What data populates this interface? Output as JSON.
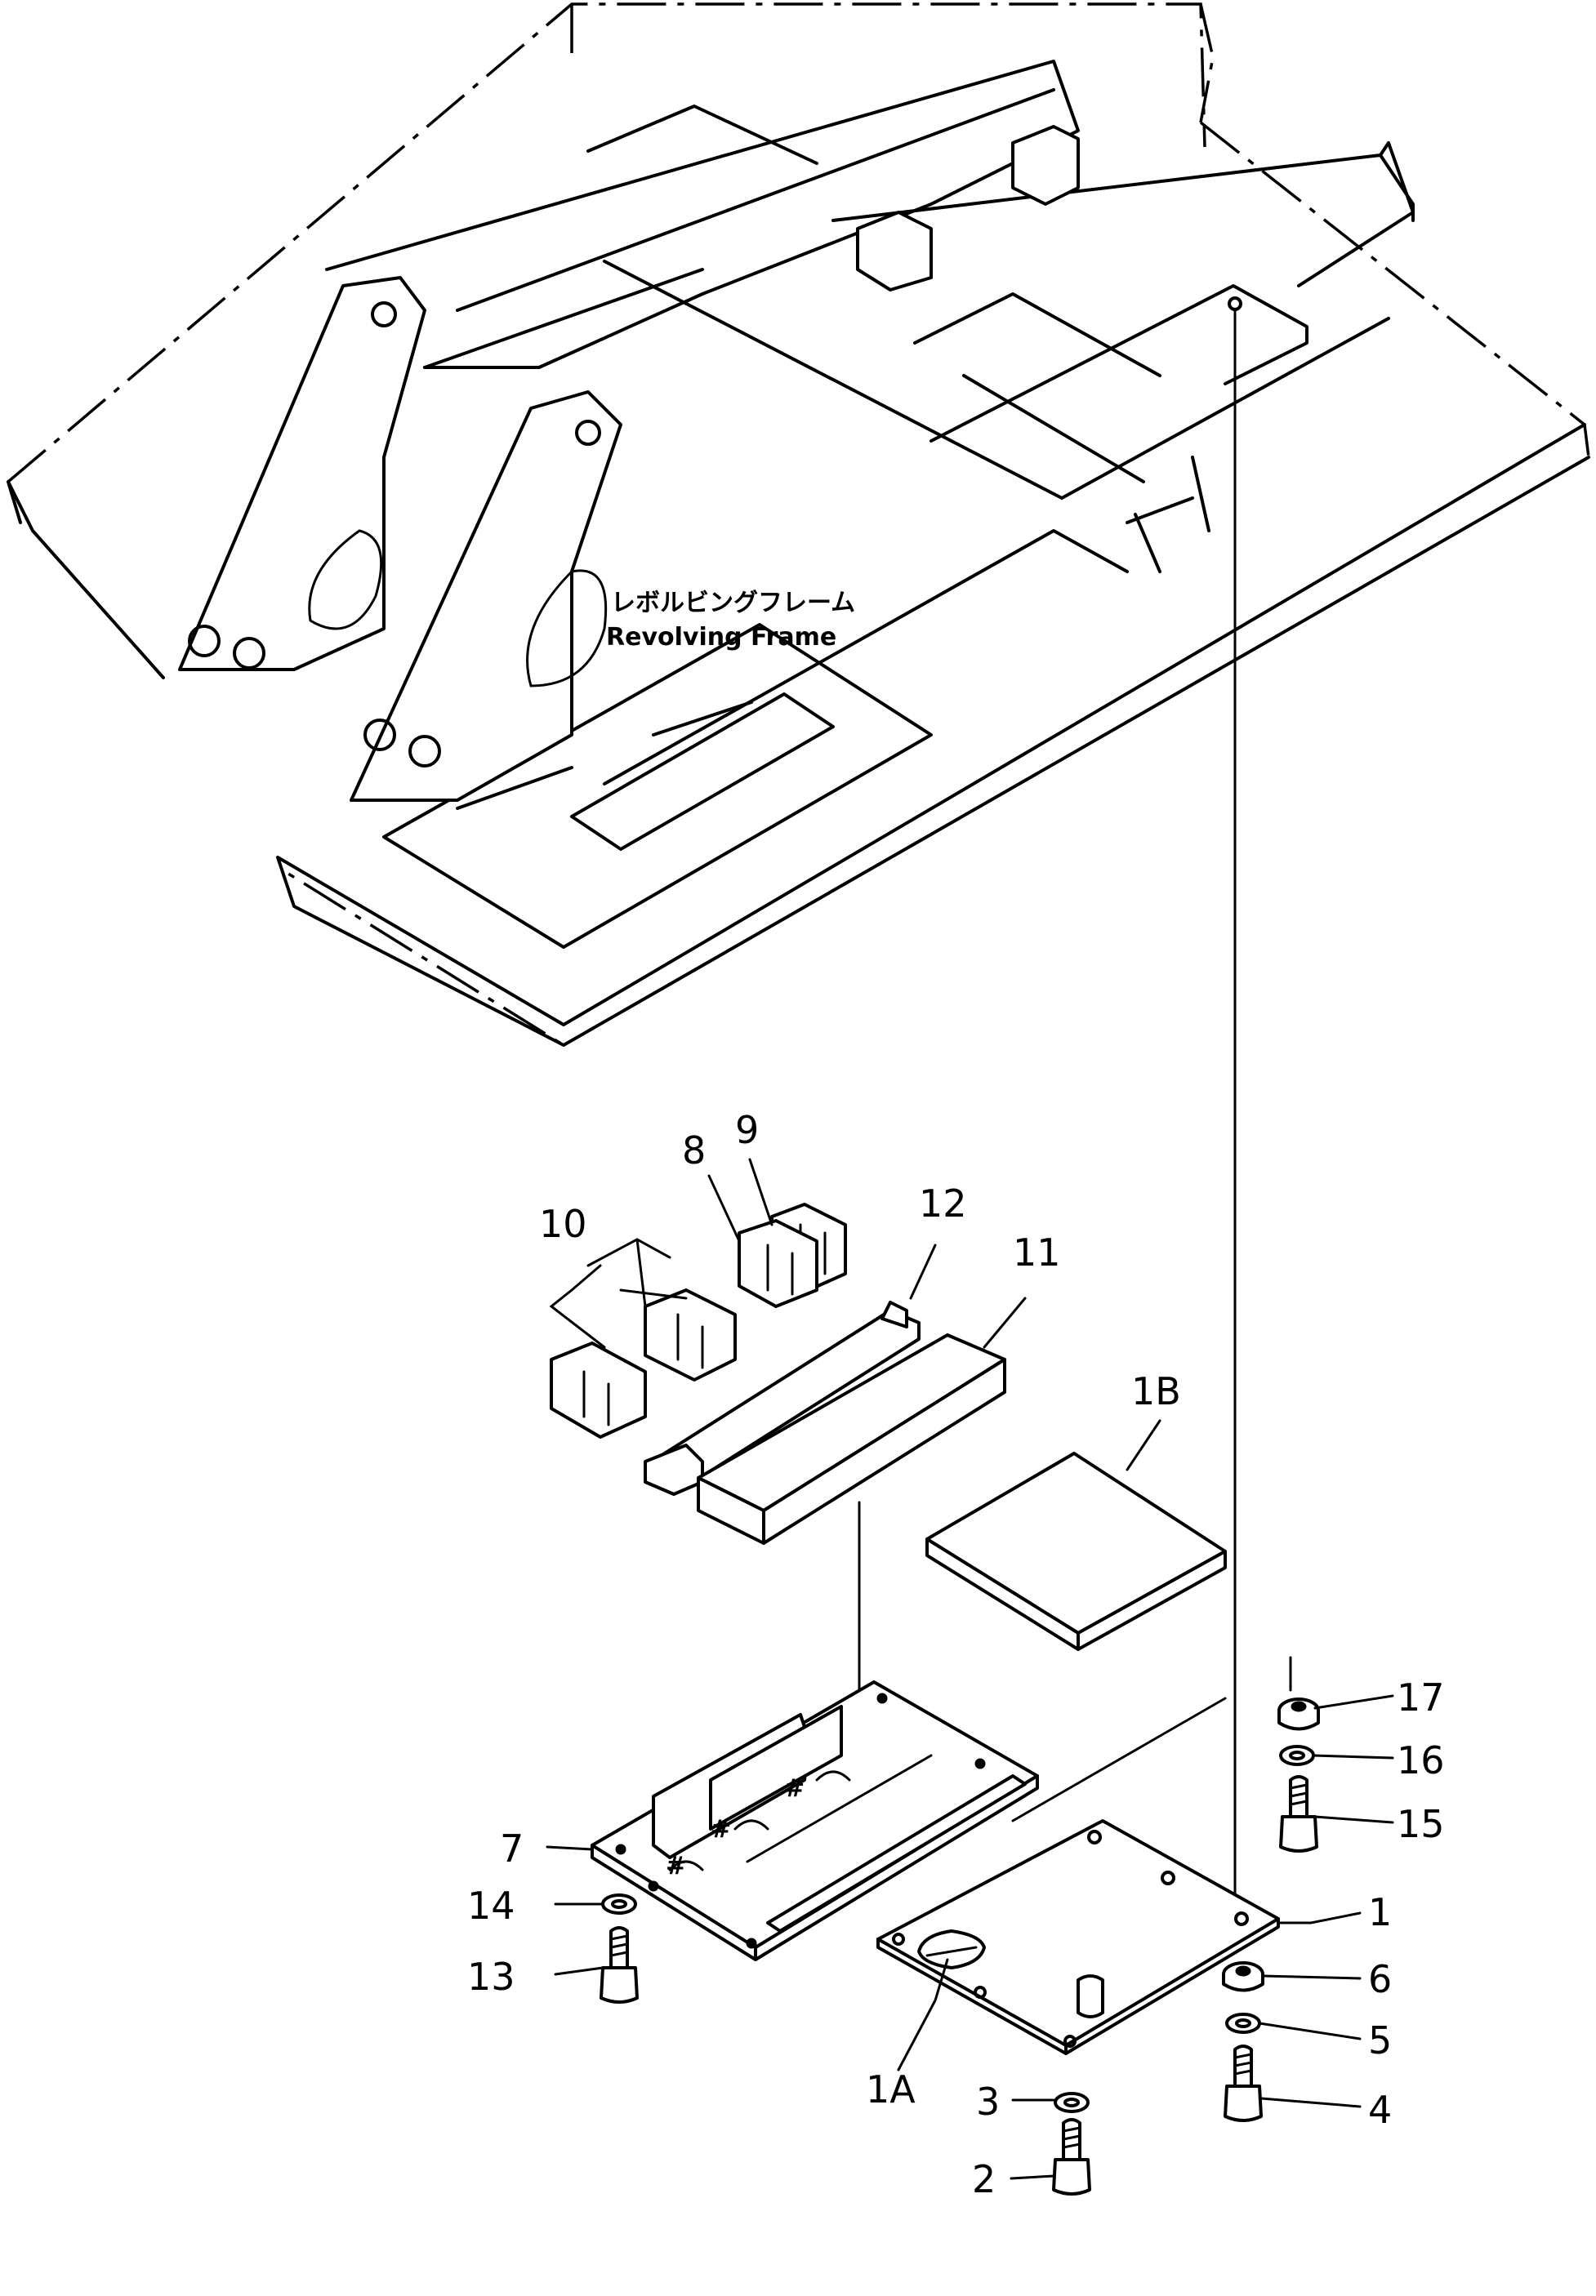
{
  "frame_caption": {
    "japanese": "レボルビングフレーム",
    "english": "Revolving Frame"
  },
  "callouts": [
    {
      "id": "c1",
      "text": "1"
    },
    {
      "id": "c1a",
      "text": "1A"
    },
    {
      "id": "c1b",
      "text": "1B"
    },
    {
      "id": "c2",
      "text": "2"
    },
    {
      "id": "c3",
      "text": "3"
    },
    {
      "id": "c4",
      "text": "4"
    },
    {
      "id": "c5",
      "text": "5"
    },
    {
      "id": "c6",
      "text": "6"
    },
    {
      "id": "c7",
      "text": "7"
    },
    {
      "id": "c8",
      "text": "8"
    },
    {
      "id": "c9",
      "text": "9"
    },
    {
      "id": "c10",
      "text": "10"
    },
    {
      "id": "c11",
      "text": "11"
    },
    {
      "id": "c12",
      "text": "12"
    },
    {
      "id": "c13",
      "text": "13"
    },
    {
      "id": "c14",
      "text": "14"
    },
    {
      "id": "c15",
      "text": "15"
    },
    {
      "id": "c16",
      "text": "16"
    },
    {
      "id": "c17",
      "text": "17"
    }
  ]
}
